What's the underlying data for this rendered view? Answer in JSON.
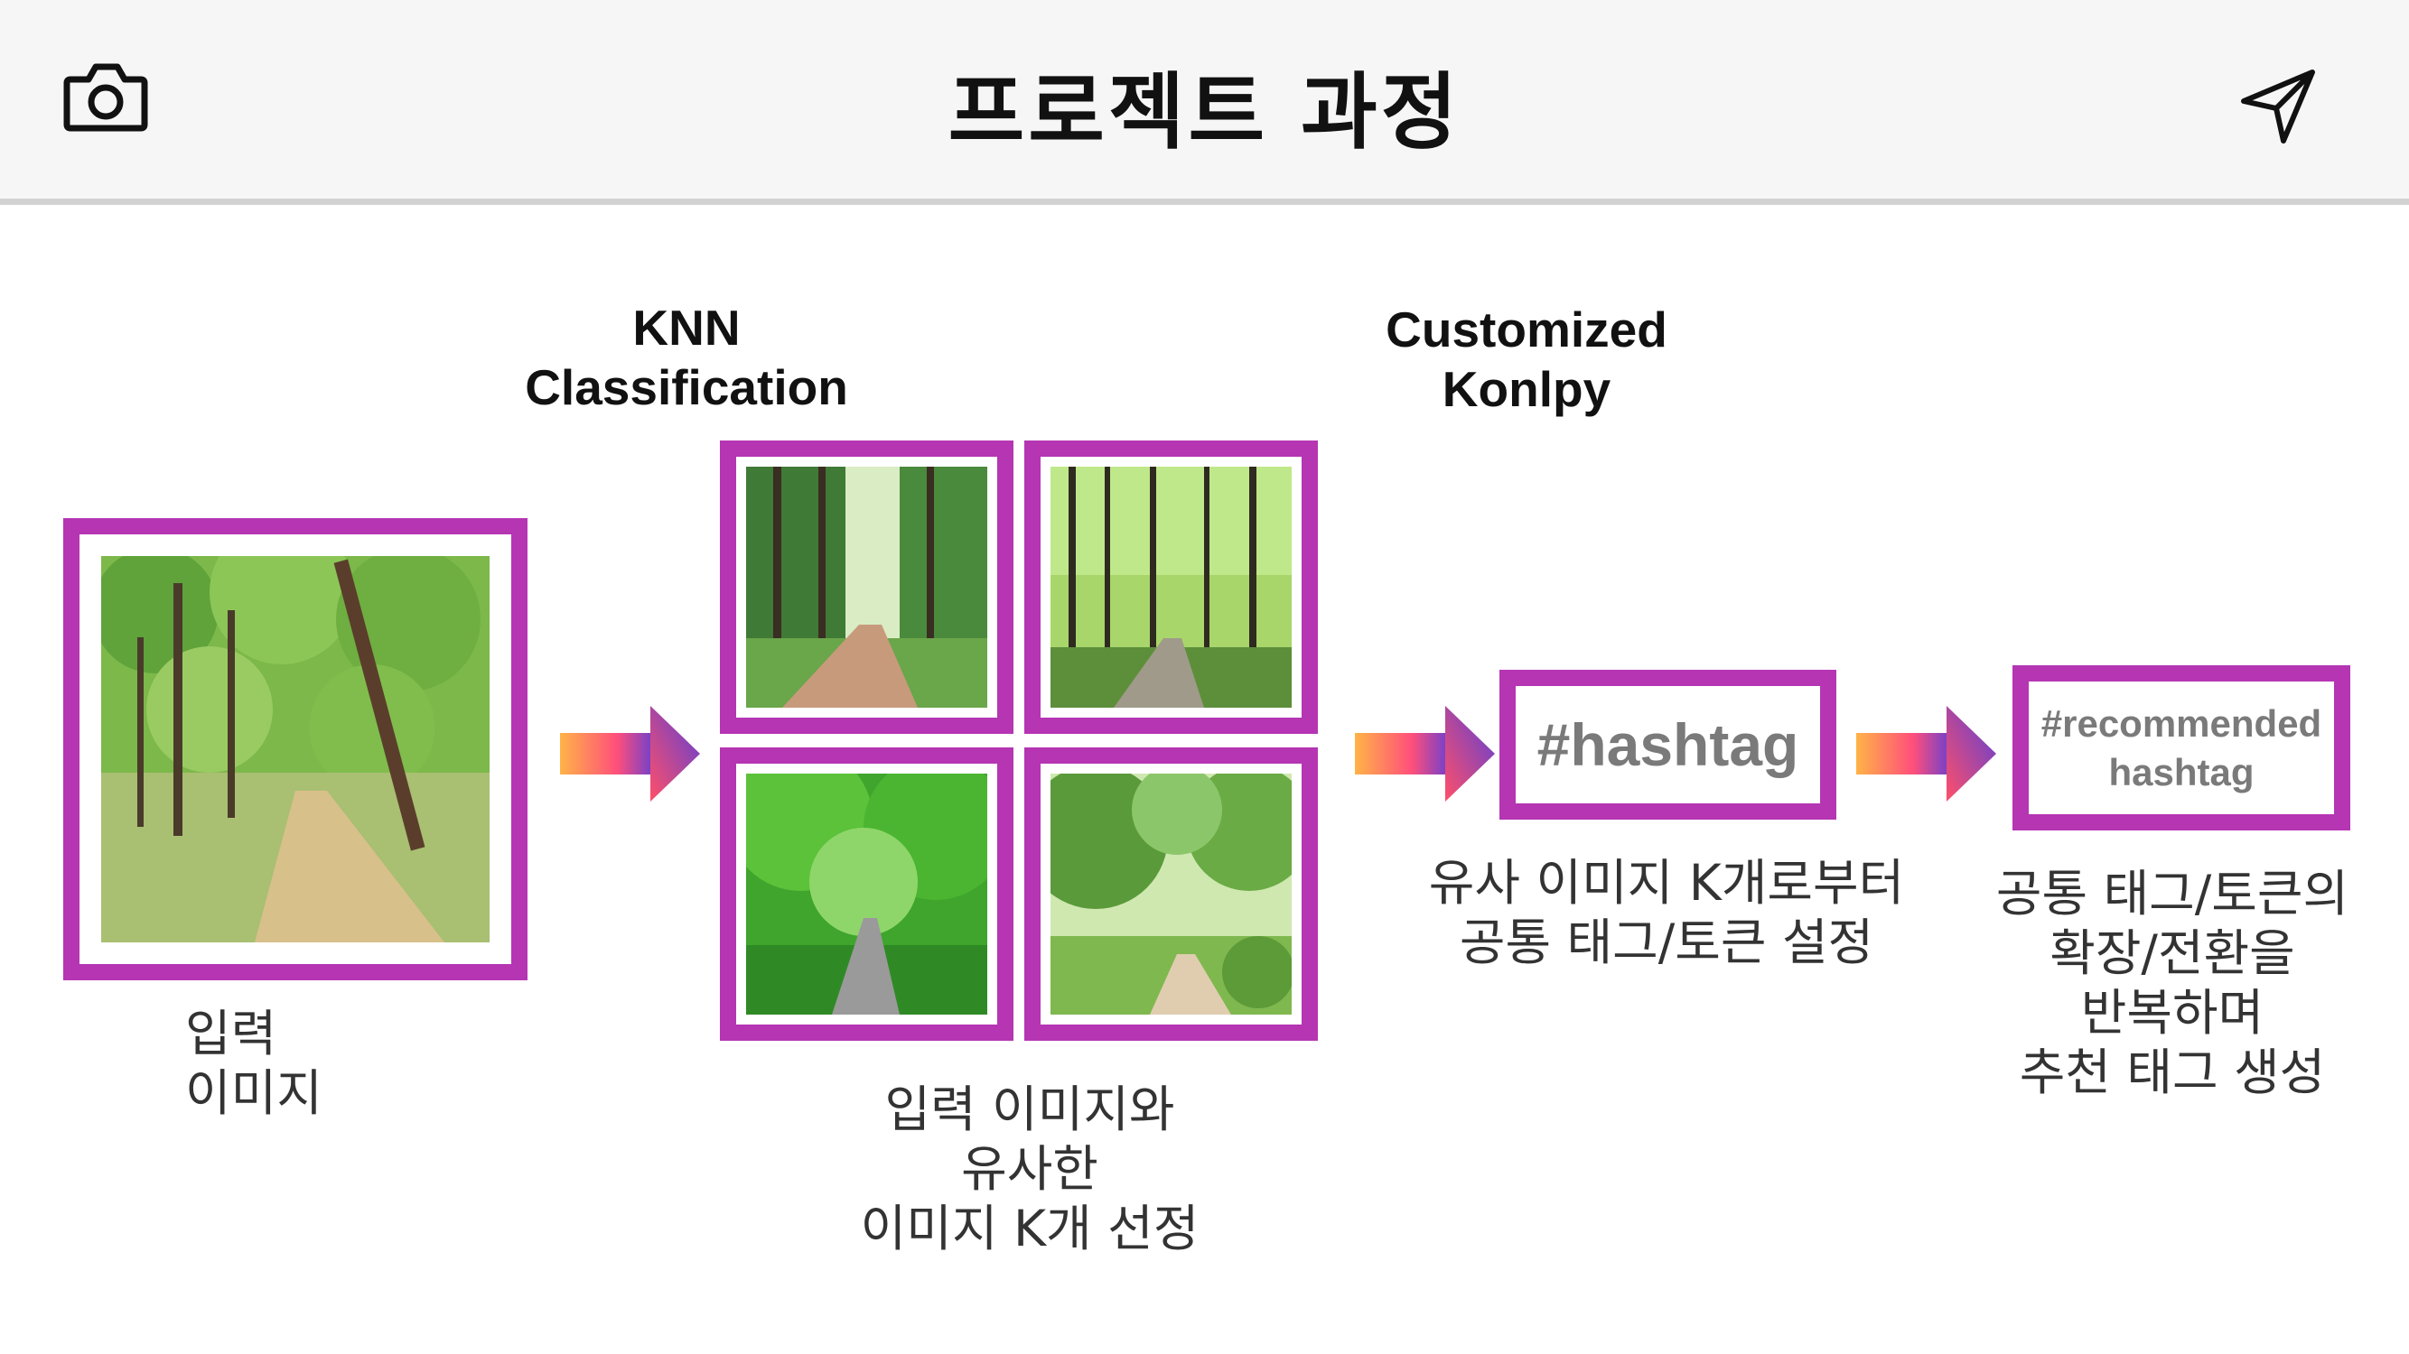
{
  "header": {
    "title": "프로젝트 과정",
    "left_icon": "camera-icon",
    "right_icon": "send-icon"
  },
  "labels": {
    "knn": [
      "KNN",
      "Classification"
    ],
    "konlpy": [
      "Customized",
      "Konlpy"
    ]
  },
  "boxes": {
    "hashtag": "#hashtag",
    "recommended": [
      "#recommended",
      "hashtag"
    ]
  },
  "captions": {
    "input": [
      "입력",
      "이미지"
    ],
    "knn": [
      "입력 이미지와",
      "유사한",
      "이미지 K개 선정"
    ],
    "hashtag": [
      "유사 이미지 K개로부터",
      "공통 태그/토큰 설정"
    ],
    "recommended": [
      "공통 태그/토큰의",
      "확장/전환을",
      "반복하며",
      "추천 태그 생성"
    ]
  },
  "colors": {
    "frame": "#b535b3",
    "arrow_start": "#ffb347",
    "arrow_mid": "#ff4f7b",
    "arrow_end": "#6a3fd0"
  }
}
